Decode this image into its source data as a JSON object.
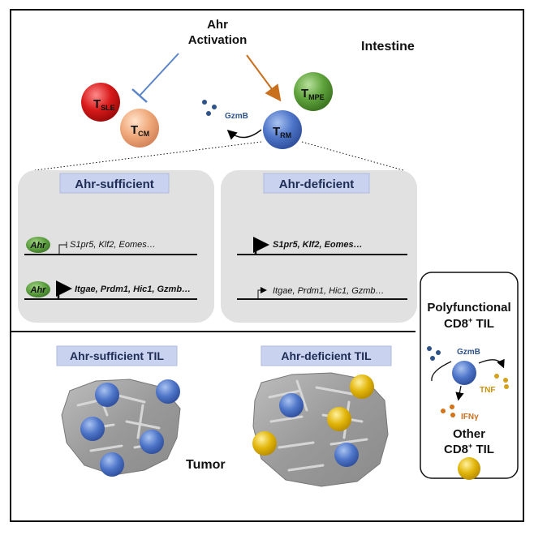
{
  "diagram": {
    "activation_line1": "Ahr",
    "activation_line2": "Activation",
    "intestine": "Intestine",
    "tumor": "Tumor",
    "cells": {
      "tsle_main": "T",
      "tsle_sub": "SLE",
      "tcm_main": "T",
      "tcm_sub": "CM",
      "trm_main": "T",
      "trm_sub": "RM",
      "tmpe_main": "T",
      "tmpe_sub": "MPE"
    },
    "gzmb": "GzmB",
    "panels": {
      "sufficient": {
        "title": "Ahr-sufficient",
        "ahr_label": "Ahr",
        "genes_repressed": "S1pr5, Klf2, Eomes…",
        "genes_active": "Itgae, Prdm1, Hic1, Gzmb…"
      },
      "deficient": {
        "title": "Ahr-deficient",
        "genes_active": "S1pr5, Klf2, Eomes…",
        "genes_low": "Itgae, Prdm1, Hic1, Gzmb…"
      }
    },
    "til": {
      "sufficient_title": "Ahr-sufficient TIL",
      "deficient_title": "Ahr-deficient TIL"
    },
    "legend": {
      "polyfunctional_line1": "Polyfunctional",
      "polyfunctional_line2_main": "CD8",
      "polyfunctional_line2_sup": "+",
      "polyfunctional_line2_end": " TIL",
      "gzmb": "GzmB",
      "tnf": "TNF",
      "ifn": "IFNγ",
      "other_line1": "Other",
      "other_line2_main": "CD8",
      "other_line2_sup": "+",
      "other_line2_end": " TIL"
    },
    "colors": {
      "blue_cell": "#4f76c9",
      "yellow_cell": "#e2b60a",
      "tsle": "#d81a1a",
      "tcm": "#f0aa7c",
      "tmpe": "#5fa33c",
      "ahr_badge": "#5a9d3e",
      "panel_bg": "#e1e1e1",
      "label_bg": "#c9d2ef",
      "dot_blue": "#2e5388",
      "dot_orange": "#d2731a",
      "dot_gold": "#d6a11a",
      "arrow_blue": "#5b84c8",
      "arrow_orange": "#c8701e"
    }
  }
}
